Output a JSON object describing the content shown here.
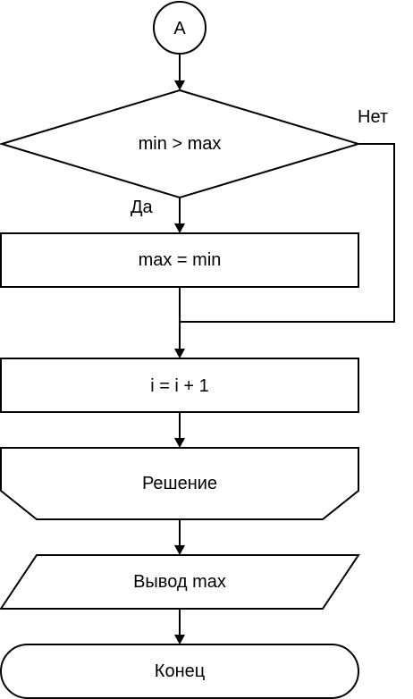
{
  "flowchart": {
    "connector_start": "A",
    "decision": {
      "condition": "min > max",
      "yes_label": "Да",
      "no_label": "Нет"
    },
    "assign_max": "max = min",
    "increment": "i = i + 1",
    "loop_end": "Решение",
    "output": "Вывод max",
    "terminator": "Конец"
  }
}
